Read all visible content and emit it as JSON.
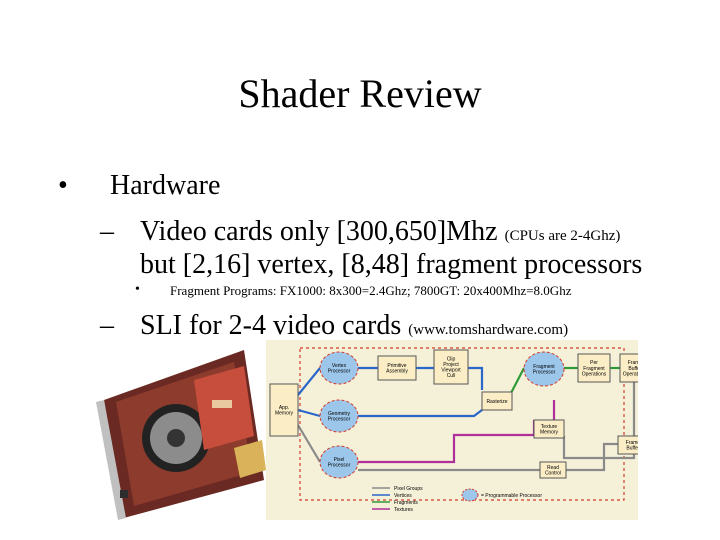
{
  "slide": {
    "title": "Shader Review",
    "bullets": [
      {
        "marker": "•",
        "text": "Hardware",
        "children": [
          {
            "marker": "–",
            "line1_main": "Video cards only [300,650]Mhz",
            "line1_small": "(CPUs are 2-4Ghz)",
            "line2": "but [2,16] vertex, [8,48] fragment processors",
            "children": [
              {
                "marker": "•",
                "text": "Fragment Programs: FX1000: 8x300=2.4Ghz; 7800GT: 20x400Mhz=8.0Ghz"
              }
            ]
          },
          {
            "marker": "–",
            "main": "SLI for 2-4 video cards",
            "small": "(www.tomshardware.com)"
          }
        ]
      }
    ]
  },
  "diagram": {
    "app_memory": "App.\nMemory",
    "vertex_processor": "Vertex\nProcessor",
    "primitive_assembly": "Primitive\nAssembly",
    "clip_project": "Clip\nProject\nViewport\nCull",
    "rasterize": "Rasterize",
    "fragment_processor": "Fragment\nProcessor",
    "per_fragment_ops": "Per\nFragment\nOperations",
    "frame_buffer_ops": "Frame\nBuffer\nOperations",
    "geometry_processor": "Geometry\nProcessor",
    "texture_memory": "Texture\nMemory",
    "frame_buffer": "Frame\nBuffer",
    "pixel_processor": "Pixel\nProcessor",
    "read_control": "Read\nControl",
    "legend": [
      "Pixel Groups",
      "Vertices",
      "Fragments",
      "Textures"
    ],
    "programmable_note": "= Programmable Processor",
    "colors": {
      "background": "#f5f1d9",
      "box_fill": "#fbeec6",
      "programmable_fill": "#9cc6ea",
      "line_blue": "#2a67c9",
      "line_green": "#2e9a38",
      "line_gray": "#8a8a8a",
      "line_magenta": "#b0309a",
      "dashed_red": "#d53a2a"
    }
  }
}
